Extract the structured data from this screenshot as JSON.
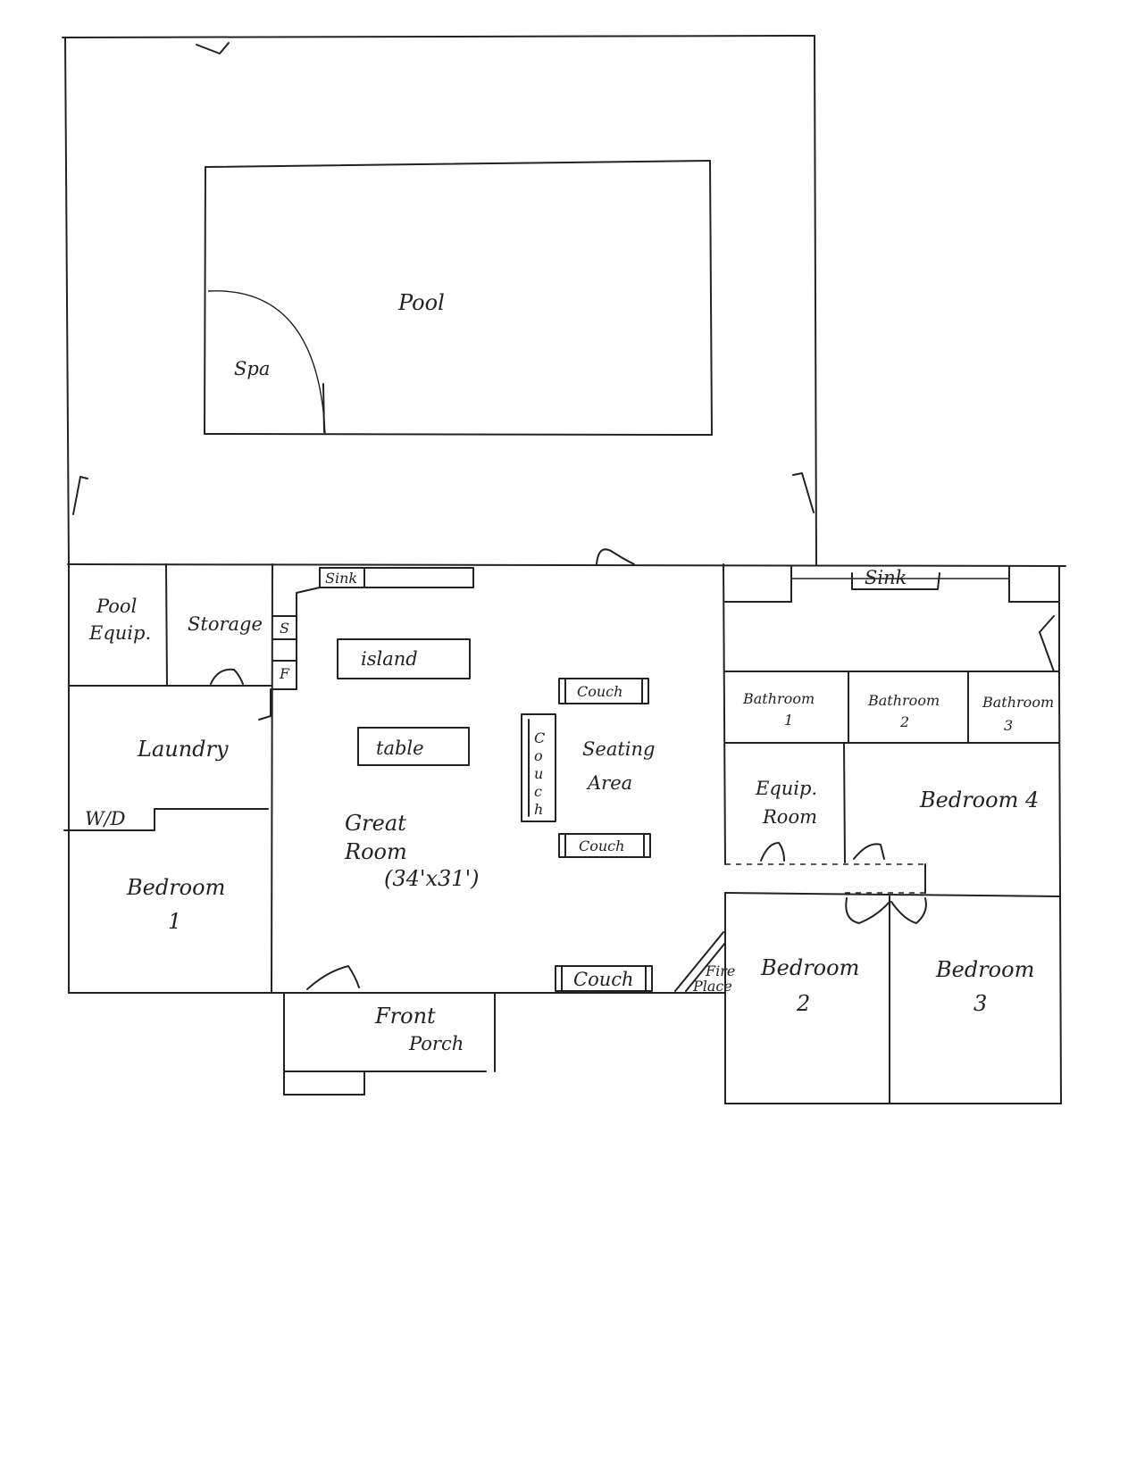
{
  "labels": {
    "pool": "Pool",
    "spa": "Spa",
    "pool_equip_1": "Pool",
    "pool_equip_2": "Equip.",
    "storage": "Storage",
    "sink_kitchen": "Sink",
    "s": "S",
    "f": "F",
    "island": "island",
    "table": "table",
    "couch_top": "Couch",
    "couch_vertical": [
      "C",
      "o",
      "u",
      "c",
      "h"
    ],
    "seating_1": "Seating",
    "seating_2": "Area",
    "couch_mid": "Couch",
    "couch_bottom": "Couch",
    "laundry": "Laundry",
    "wd": "W/D",
    "great_1": "Great",
    "great_2": "Room",
    "great_3": "(34'x31')",
    "bedroom1_1": "Bedroom",
    "bedroom1_2": "1",
    "front_1": "Front",
    "front_2": "Porch",
    "sink_bath": "Sink",
    "bath1_1": "Bathroom",
    "bath1_2": "1",
    "bath2_1": "Bathroom",
    "bath2_2": "2",
    "bath3_1": "Bathroom",
    "bath3_2": "3",
    "equip_1": "Equip.",
    "equip_2": "Room",
    "bedroom4": "Bedroom 4",
    "fire_1": "Fire",
    "fire_2": "Place",
    "bedroom2_1": "Bedroom",
    "bedroom2_2": "2",
    "bedroom3_1": "Bedroom",
    "bedroom3_2": "3"
  }
}
